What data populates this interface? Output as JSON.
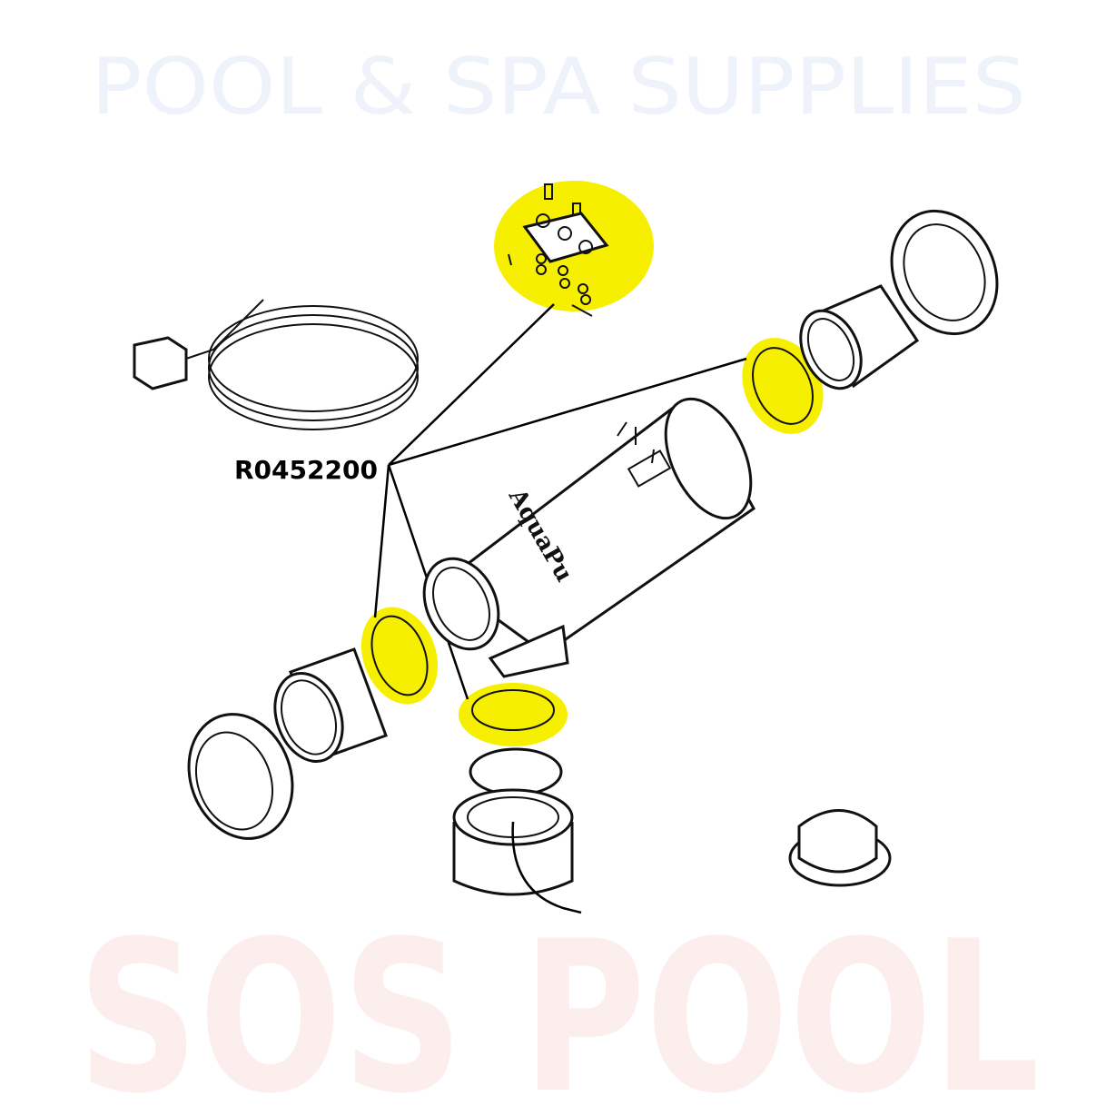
{
  "watermark": {
    "brand": "SOS POOL",
    "tagline": "POOL & SPA SUPPLIES",
    "colors": {
      "sos": "#fdeeee",
      "pool": "#eef2fb"
    }
  },
  "diagram": {
    "part_number": "R0452200",
    "cell_brand": "AquaPu",
    "highlight_color": "#f7ef00"
  }
}
